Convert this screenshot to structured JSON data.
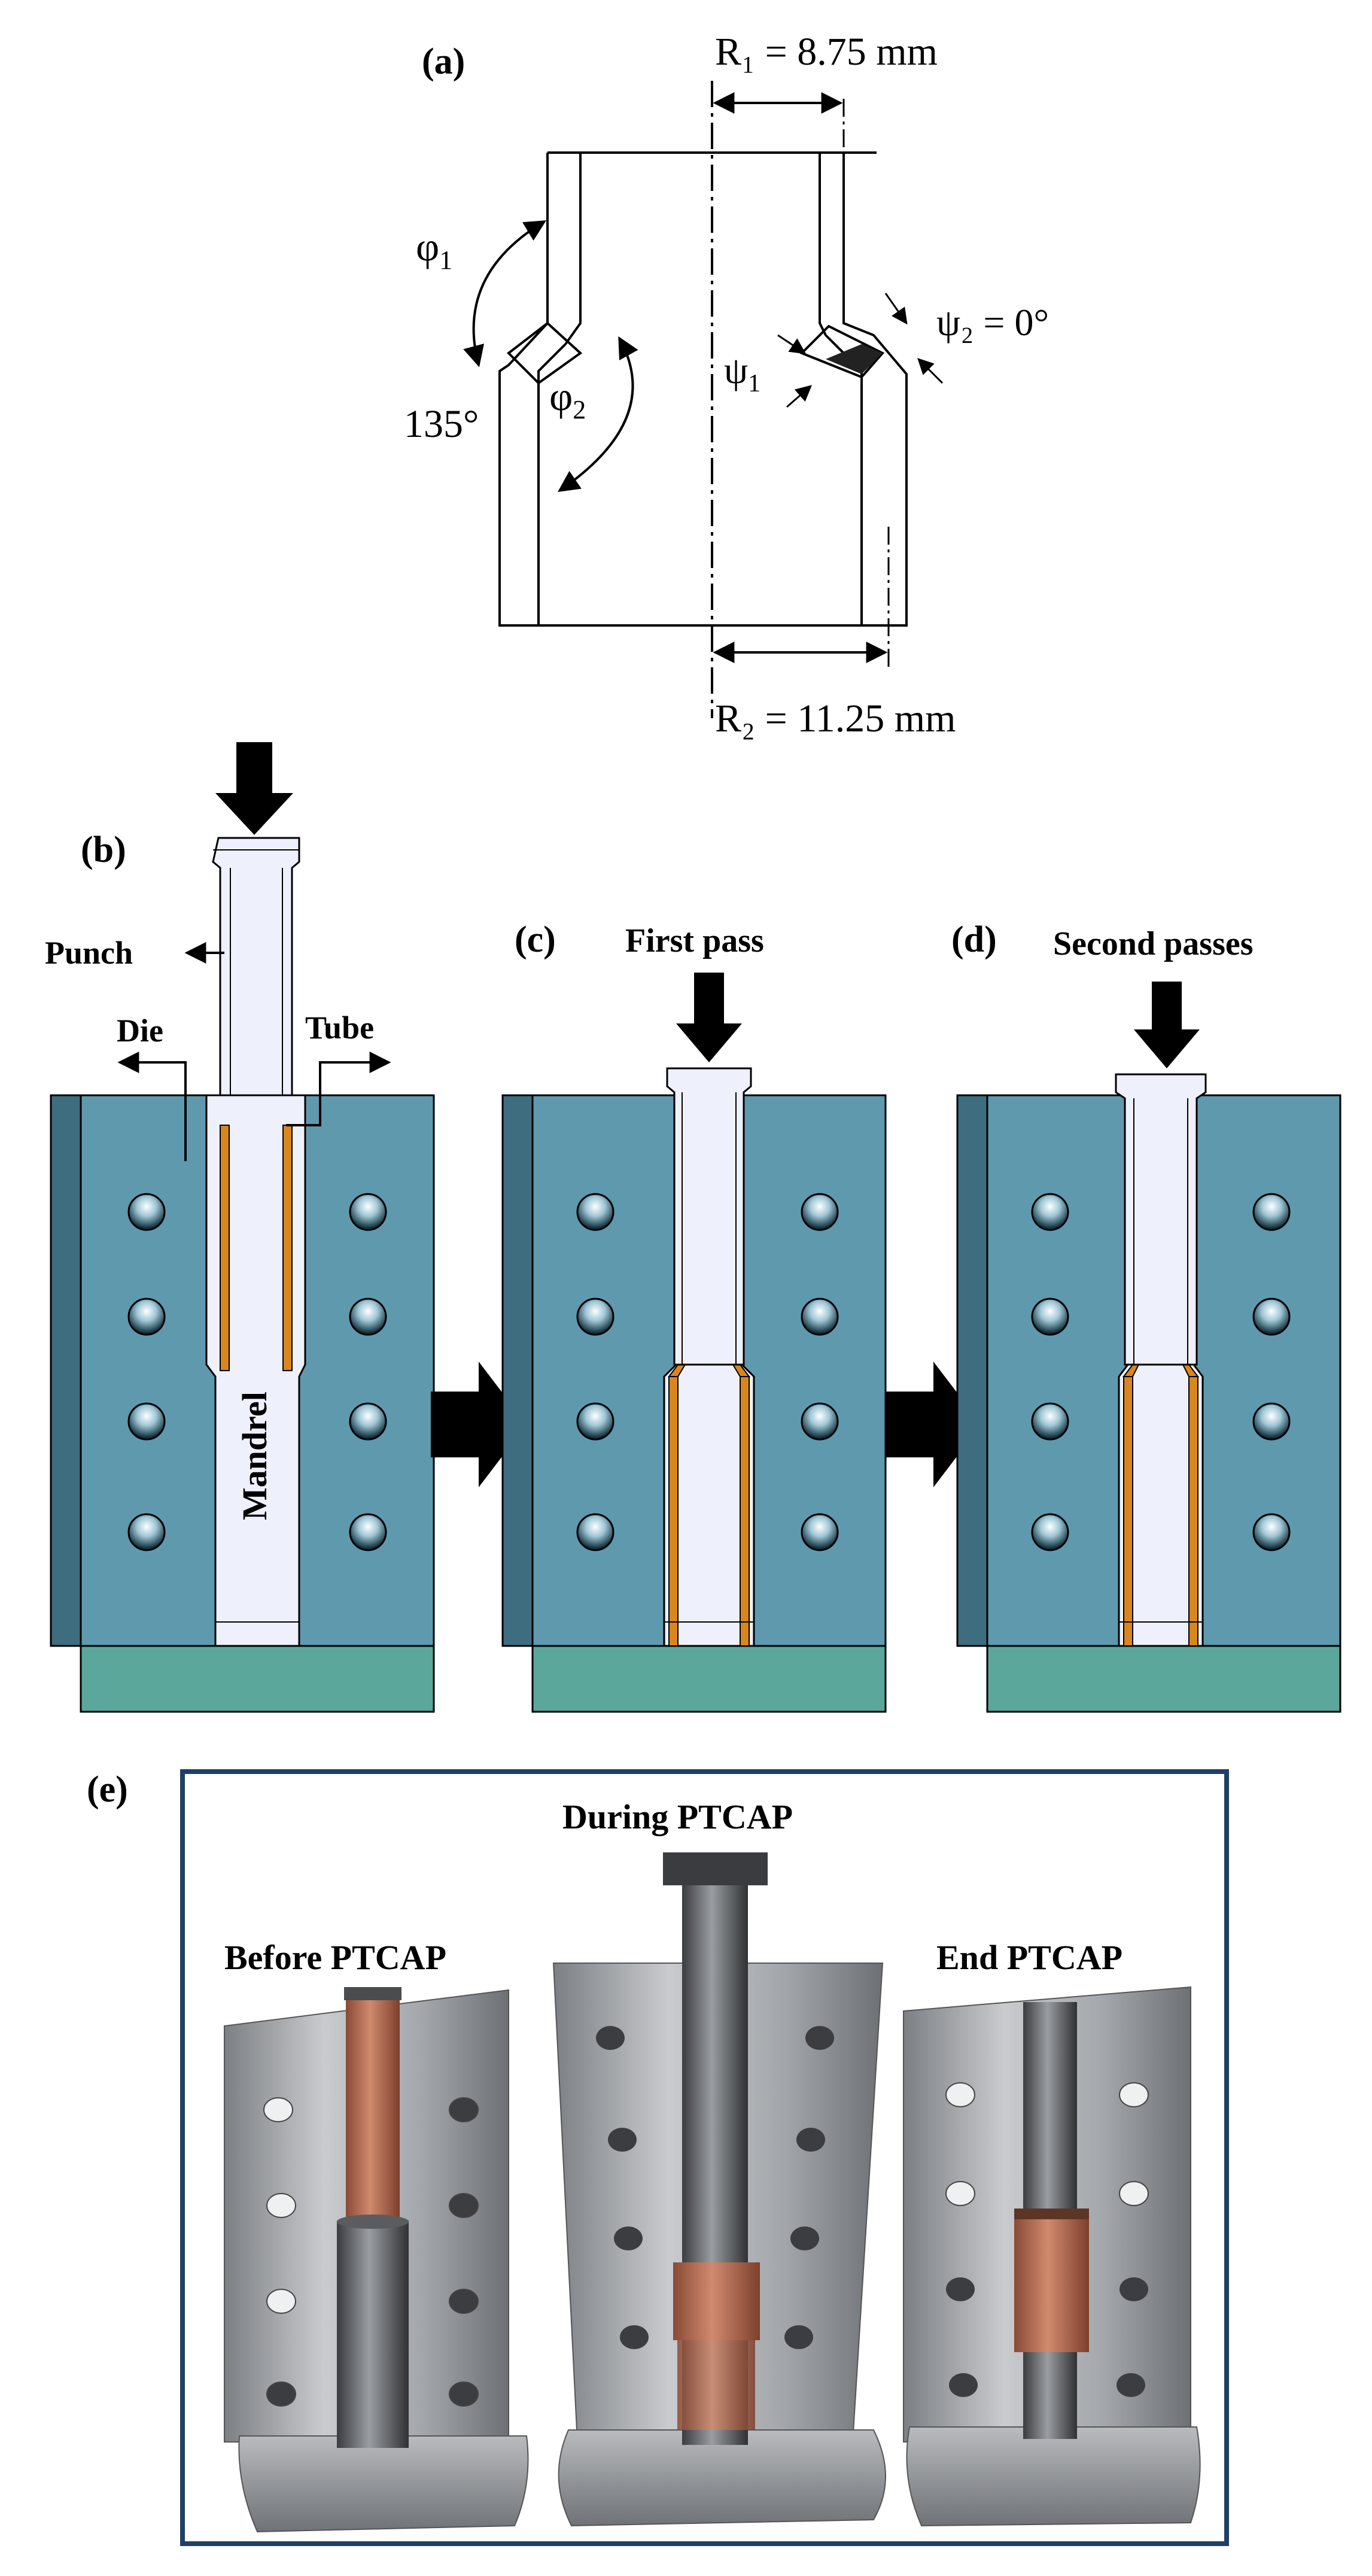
{
  "panel_a": {
    "label": "(a)",
    "r1": "R₁ = 8.75 mm",
    "r2": "R₂ = 11.25 mm",
    "phi1": "φ",
    "phi1_sub": "1",
    "phi2": "φ",
    "phi2_sub": "2",
    "psi1": "ψ",
    "psi1_sub": "1",
    "psi2": "ψ₂ = 0°",
    "angle135": "135°"
  },
  "panel_b": {
    "label": "(b)",
    "punch": "Punch",
    "die": "Die",
    "tube": "Tube",
    "mandrel": "Mandrel"
  },
  "panel_c": {
    "label": "(c)",
    "title": "First pass"
  },
  "panel_d": {
    "label": "(d)",
    "title": "Second passes"
  },
  "panel_e": {
    "label": "(e)",
    "before": "Before PTCAP",
    "during": "During PTCAP",
    "end": "End PTCAP"
  },
  "colors": {
    "die": "#5f99ae",
    "die_dark": "#3f6d80",
    "base": "#5ba79c",
    "tube": "#d9861c",
    "punch": "#eef0fb",
    "steel": "#a9abae",
    "copper": "#b5715a",
    "frame": "#1f3f66"
  }
}
